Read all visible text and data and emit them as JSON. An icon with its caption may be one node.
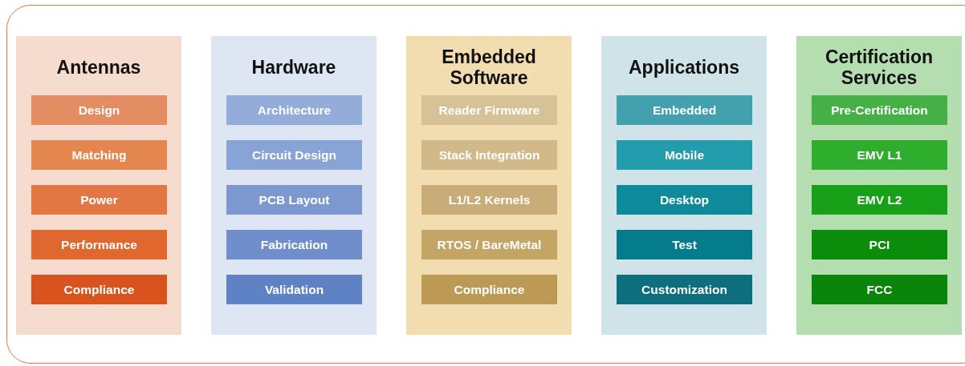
{
  "diagram": {
    "nodes": [
      {
        "text": [
          "Antennas"
        ]
      },
      {
        "text": [
          "Design"
        ],
        "in": 0
      },
      {
        "text": [
          "Matching"
        ],
        "in": 0
      },
      {
        "text": [
          "Power"
        ],
        "in": 0
      },
      {
        "text": [
          "Performance"
        ],
        "in": 0
      },
      {
        "text": [
          "Compliance"
        ],
        "in": 0
      },
      {
        "text": [
          "Hardware"
        ]
      },
      {
        "text": [
          "Architecture"
        ],
        "in": 6
      },
      {
        "text": [
          "Circuit Design"
        ],
        "in": 6
      },
      {
        "text": [
          "PCB Layout"
        ],
        "in": 6
      },
      {
        "text": [
          "Fabrication"
        ],
        "in": 6
      },
      {
        "text": [
          "Validation"
        ],
        "in": 6
      },
      {
        "text": [
          "Embedded Software"
        ]
      },
      {
        "text": [
          "Reader Firmware"
        ],
        "in": 12
      },
      {
        "text": [
          "Stack Integration"
        ],
        "in": 12
      },
      {
        "text": [
          "L1/L2 Kernels"
        ],
        "in": 12
      },
      {
        "text": [
          "RTOS / BareMetal"
        ],
        "in": 12
      },
      {
        "text": [
          "Compliance"
        ],
        "in": 12
      },
      {
        "text": [
          "Applications"
        ]
      },
      {
        "text": [
          "Embedded"
        ],
        "in": 18
      },
      {
        "text": [
          "Mobile"
        ],
        "in": 18
      },
      {
        "text": [
          "Desktop"
        ],
        "in": 18
      },
      {
        "text": [
          "Test"
        ],
        "in": 18
      },
      {
        "text": [
          "Customization"
        ],
        "in": 18
      },
      {
        "text": [
          "Certification Services"
        ]
      },
      {
        "text": [
          "Pre-Certification"
        ],
        "in": 24
      },
      {
        "text": [
          "EMV L1"
        ],
        "in": 24
      },
      {
        "text": [
          "EMV L2"
        ],
        "in": 24
      },
      {
        "text": [
          "PCI"
        ],
        "in": 24
      },
      {
        "text": [
          "FCC"
        ],
        "in": 24
      }
    ]
  }
}
